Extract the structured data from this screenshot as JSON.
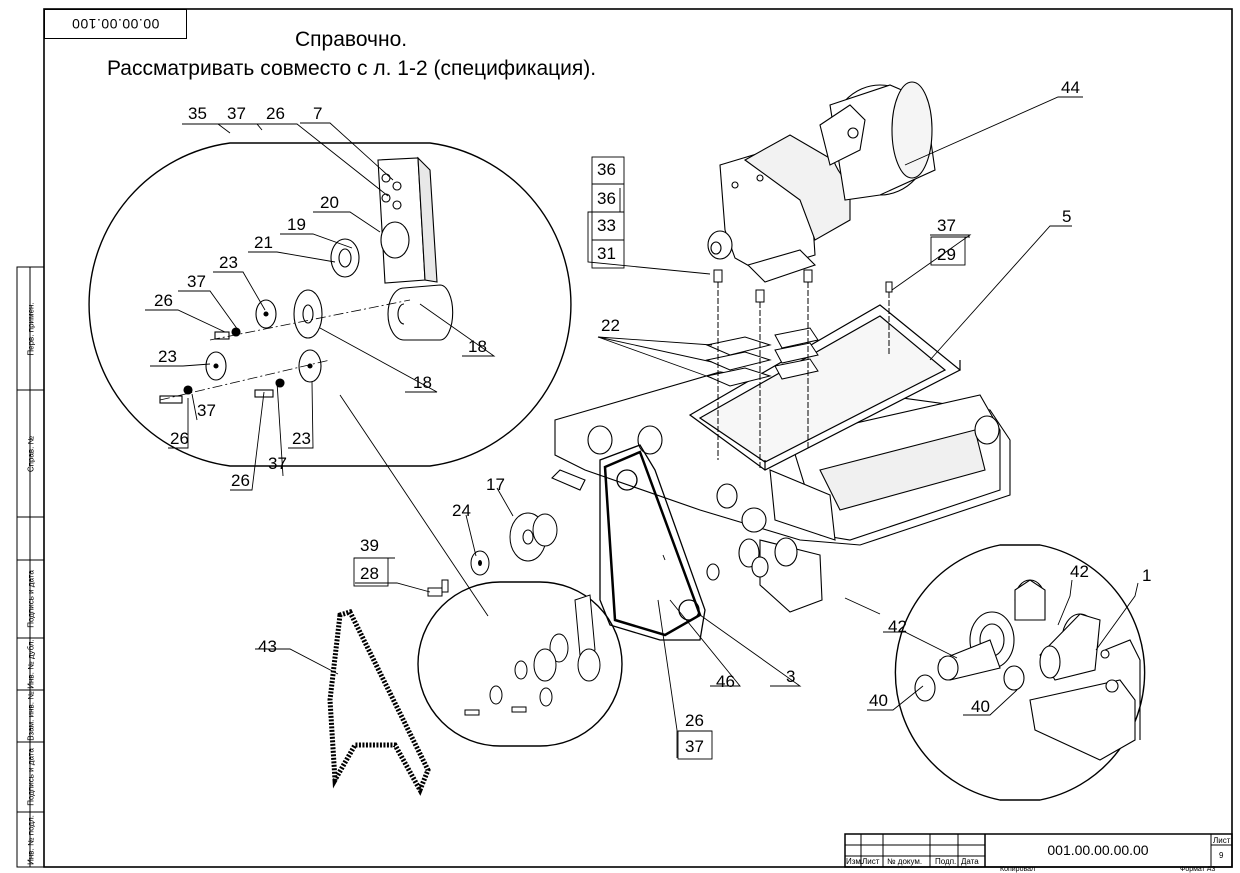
{
  "header": {
    "doc_code_rotated": "00.00.00.100",
    "note_line1": "Справочно.",
    "note_line2": "Рассматривать совместо с  л. 1-2 (спецификация)."
  },
  "side_stamp": {
    "cells": [
      "Перв. примен.",
      "Справ. №",
      "Подпись и дата",
      "Инв. № дубл.",
      "Взам. инв. №",
      "Подпись и дата",
      "Инв. № подл."
    ]
  },
  "title_block": {
    "cols": [
      "Изм.",
      "Лист",
      "№ докум.",
      "Подп.",
      "Дата"
    ],
    "doc_code": "001.00.00.00.00",
    "sheet_label": "Лист",
    "sheet_number": "9",
    "bottom_left": "Копировал",
    "bottom_right": "Формат А3"
  },
  "callouts": {
    "c35": "35",
    "c37a": "37",
    "c26a": "26",
    "c7": "7",
    "c20": "20",
    "c19": "19",
    "c21": "21",
    "c23a": "23",
    "c37b": "37",
    "c26b": "26",
    "c23b": "23",
    "c37c": "37",
    "c26c": "26",
    "c18a": "18",
    "c18b": "18",
    "c37d": "37",
    "c26d": "26",
    "c23c": "23",
    "c36a": "36",
    "c36b": "36",
    "c33": "33",
    "c31": "31",
    "c22": "22",
    "c44": "44",
    "c37e": "37",
    "c29": "29",
    "c5": "5",
    "c17": "17",
    "c24": "24",
    "c39": "39",
    "c28": "28",
    "c43": "43",
    "c46": "46",
    "c3": "3",
    "c26e": "26",
    "c37f": "37",
    "c42a": "42",
    "c1": "1",
    "c42b": "42",
    "c40a": "40",
    "c40b": "40"
  }
}
